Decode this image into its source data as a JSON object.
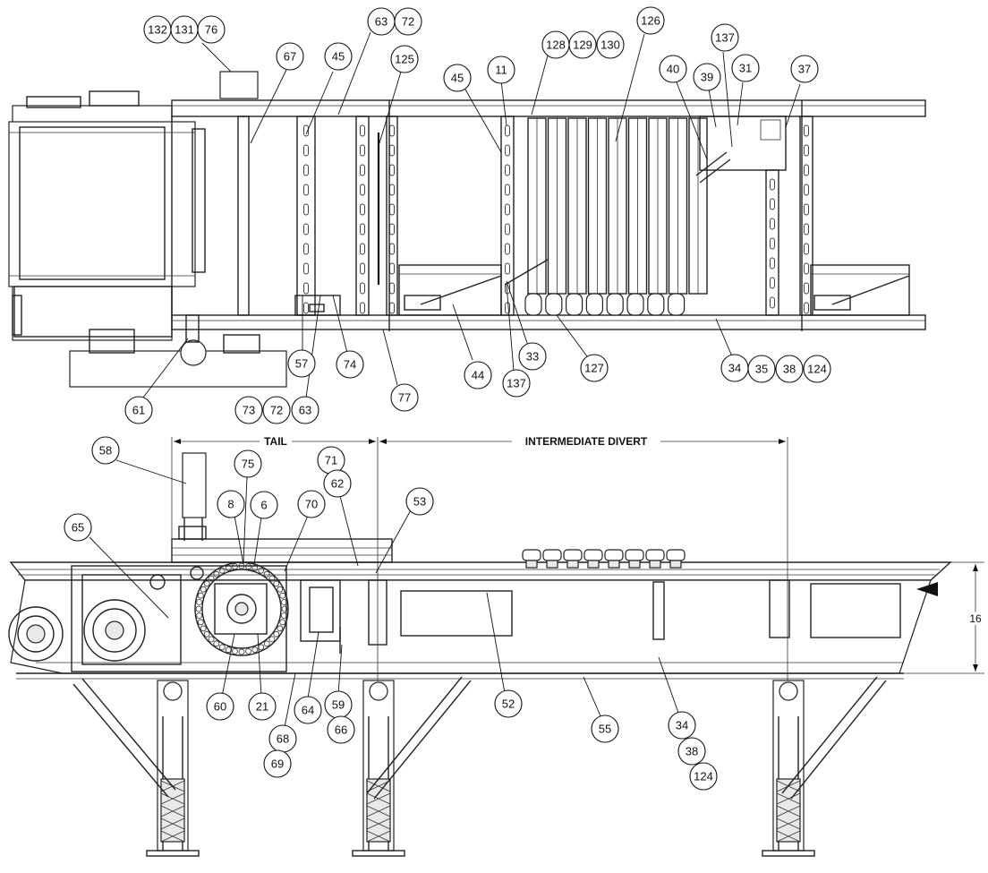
{
  "sections": {
    "tail": "TAIL",
    "intermediate_divert": "INTERMEDIATE DIVERT"
  },
  "dimension": "16",
  "callouts_top": [
    "132",
    "131",
    "76",
    "67",
    "45",
    "63",
    "72",
    "125",
    "45",
    "11",
    "128",
    "129",
    "130",
    "126",
    "137",
    "40",
    "39",
    "31",
    "37",
    "61",
    "57",
    "74",
    "73",
    "72",
    "63",
    "77",
    "44",
    "137",
    "33",
    "127",
    "34",
    "35",
    "38",
    "124"
  ],
  "callouts_bottom": [
    "58",
    "75",
    "71",
    "62",
    "8",
    "6",
    "70",
    "53",
    "65",
    "60",
    "21",
    "64",
    "59",
    "66",
    "68",
    "69",
    "52",
    "55",
    "34",
    "38",
    "124"
  ]
}
